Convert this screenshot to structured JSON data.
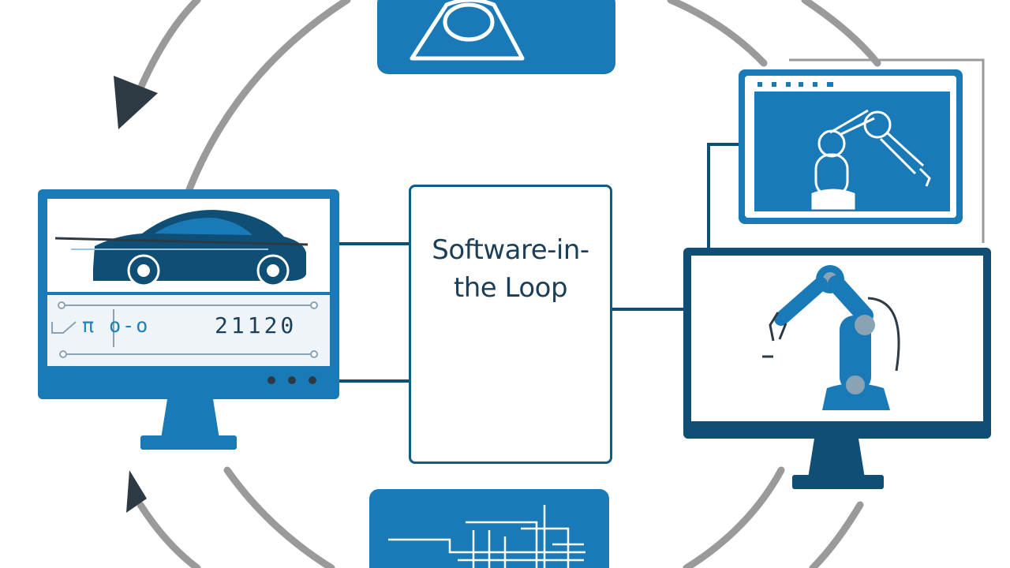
{
  "center_box": {
    "title_line1": "Software-in-",
    "title_line2": "the Loop"
  },
  "left_monitor": {
    "readout_left": "π o-o",
    "readout_right": "21120"
  },
  "colors": {
    "primary_blue": "#1a7ab8",
    "dark_navy": "#0f4f75",
    "loop_gray": "#9a9a9a",
    "arrow_dark": "#2d3a44"
  },
  "icons": [
    "circular-loop-arrows",
    "car-icon",
    "robotic-arm-icon",
    "gear-icon",
    "mountain-icon",
    "chart-icon"
  ]
}
